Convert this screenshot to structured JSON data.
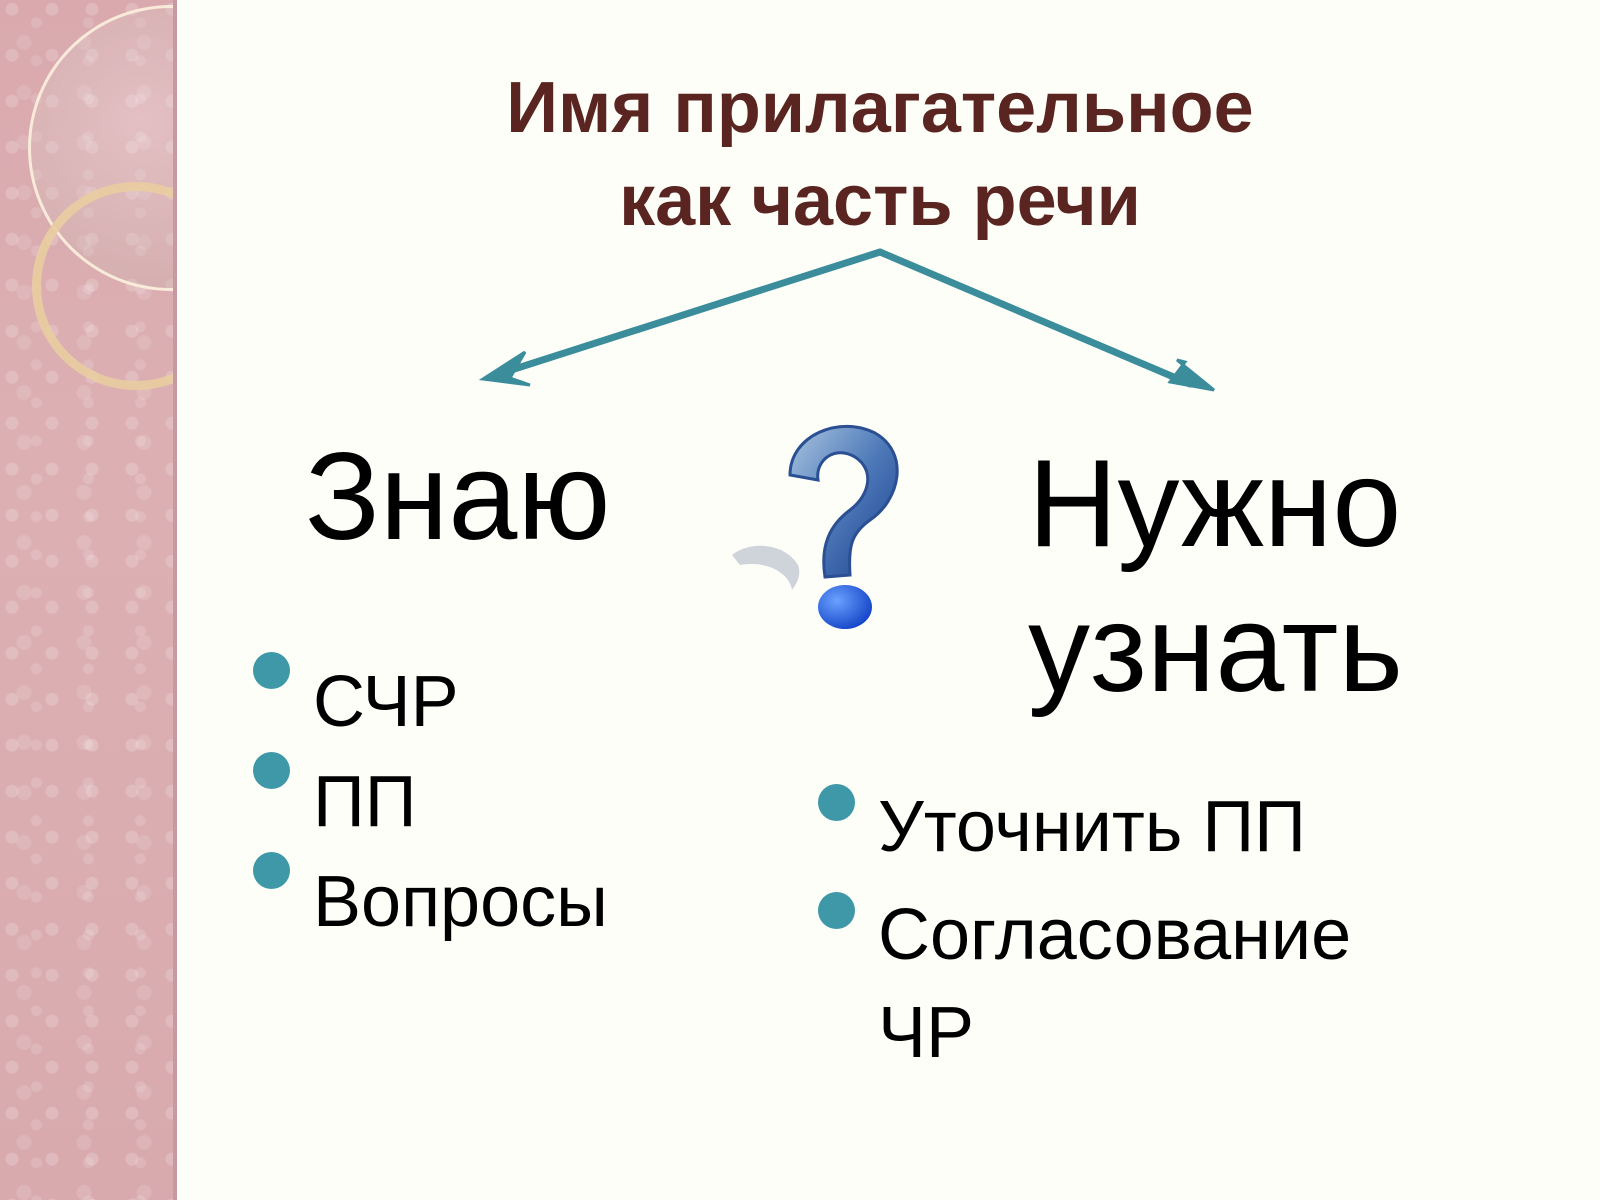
{
  "title": {
    "line1": "Имя прилагательное",
    "line2": "как часть речи"
  },
  "left": {
    "heading": "Знаю",
    "items": [
      "СЧР",
      "ПП",
      "Вопросы"
    ]
  },
  "right": {
    "heading_line1": "Нужно",
    "heading_line2": "узнать",
    "items": [
      "Уточнить ПП",
      "Согласование ЧР"
    ]
  },
  "colors": {
    "title": "#5a2521",
    "arrow": "#3b8d9b",
    "bullet": "#3e98a8",
    "side_panel": "#d9a9ae",
    "background": "#fefef9"
  },
  "icons": {
    "center": "question-mark-icon"
  }
}
